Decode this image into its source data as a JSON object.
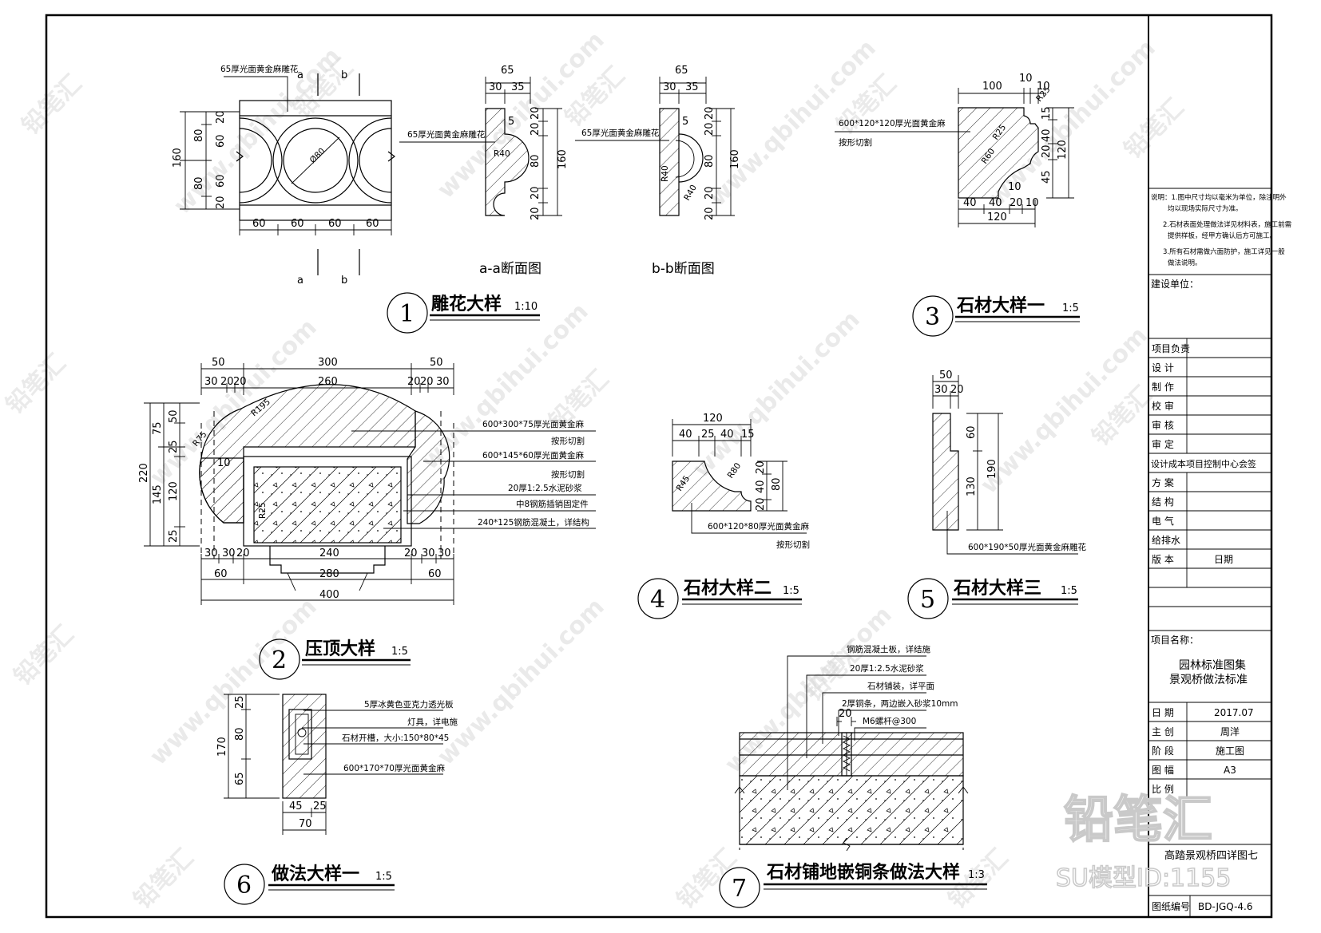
{
  "drawing": {
    "title": "高踏景观桥四详图七",
    "drawing_no_label": "图纸编号",
    "drawing_no": "BD-JGQ-4.6"
  },
  "details": [
    {
      "no": "1",
      "title": "雕花大样",
      "scale": "1:10"
    },
    {
      "no": "2",
      "title": "压顶大样",
      "scale": "1:5"
    },
    {
      "no": "3",
      "title": "石材大样一",
      "scale": "1:5"
    },
    {
      "no": "4",
      "title": "石材大样二",
      "scale": "1:5"
    },
    {
      "no": "5",
      "title": "石材大样三",
      "scale": "1:5"
    },
    {
      "no": "6",
      "title": "做法大样一",
      "scale": "1:5"
    },
    {
      "no": "7",
      "title": "石材铺地嵌铜条做法大样",
      "scale": "1:3"
    }
  ],
  "sections": {
    "aa": "a-a断面图",
    "bb": "b-b断面图"
  },
  "labels": {
    "a": "a",
    "b": "b",
    "d1_note_top": "65厚光面黄金麻雕花",
    "d1_aa_note": "65厚光面黄金麻雕花",
    "d1_bb_note": "65厚光面黄金麻雕花",
    "d1_r40": "R40",
    "d1_r80": "Ø80",
    "d1_bb_inner": "R40",
    "d3_note1": "600*120*120厚光面黄金麻",
    "d3_note2": "按形切割",
    "d3_r25": "R25",
    "d3_r25b": "R25",
    "d3_r60": "R60",
    "d2_n1": "600*300*75厚光面黄金麻",
    "d2_n1b": "按形切割",
    "d2_n2": "600*145*60厚光面黄金麻",
    "d2_n2b": "按形切割",
    "d2_n3": "20厚1:2.5水泥砂浆",
    "d2_n4": "中8钢筋插销固定件",
    "d2_n5": "240*125钢筋混凝土，详结构",
    "d2_r95": "R195",
    "d2_r75": "R75",
    "d2_r25": "R25",
    "d4_note1": "600*120*80厚光面黄金麻",
    "d4_note2": "按形切割",
    "d4_r45": "R45",
    "d4_r80": "R80",
    "d5_note": "600*190*50厚光面黄金麻雕花",
    "d6_n1": "5厚冰黄色亚克力透光板",
    "d6_n2": "灯具，详电施",
    "d6_n3": "石材开槽，大小:150*80*45",
    "d6_n4": "600*170*70厚光面黄金麻",
    "d7_n1": "钢筋混凝土板，详结施",
    "d7_n2": "20厚1:2.5水泥砂浆",
    "d7_n3": "石材铺装，详平面",
    "d7_n4": "2厚铜条，两边嵌入砂浆10mm",
    "d7_n5": "M6螺杆@300",
    "d7_dim": "20"
  },
  "dims": {
    "d1_top": [
      "60",
      "60",
      "60",
      "60"
    ],
    "d1_left": [
      "80",
      "80"
    ],
    "d1_left2": [
      "20",
      "60",
      "60",
      "20"
    ],
    "d1_total": "160",
    "d1_aa_top": "65",
    "d1_aa_sub": [
      "30",
      "35"
    ],
    "d1_aa_right": [
      "20",
      "20",
      "80",
      "20",
      "20"
    ],
    "d1_aa_total": "160",
    "d1_aa_r5": "5",
    "d1_bb_top": "65",
    "d1_bb_sub": [
      "30",
      "35"
    ],
    "d1_bb_right": [
      "20",
      "20",
      "80",
      "20",
      "20"
    ],
    "d1_bb_total": "160",
    "d1_bb_r5": "5",
    "d3_top": [
      "100",
      "10",
      "10"
    ],
    "d3_right": [
      "15",
      "40",
      "20",
      "45"
    ],
    "d3_total": "120",
    "d3_bot": [
      "40",
      "40",
      "20",
      "10"
    ],
    "d3_bot2": "10",
    "d3_bot_total": "120",
    "d2_top": [
      "50",
      "300",
      "50"
    ],
    "d2_top2": [
      "30",
      "20",
      "20",
      "260",
      "20",
      "20",
      "30"
    ],
    "d2_left": [
      "75",
      "145"
    ],
    "d2_left_total": "220",
    "d2_left2": [
      "50",
      "25",
      "120",
      "25"
    ],
    "d2_10": "10",
    "d2_bot": [
      "30",
      "30",
      "20",
      "240",
      "20",
      "30",
      "30"
    ],
    "d2_bot2": [
      "60",
      "280",
      "60"
    ],
    "d2_bot3": "400",
    "d4_top": "120",
    "d4_sub": [
      "40",
      "25",
      "40",
      "15"
    ],
    "d4_right": [
      "20",
      "40",
      "20"
    ],
    "d4_total": "80",
    "d5_top": "50",
    "d5_sub": [
      "30",
      "20"
    ],
    "d5_left": [
      "60",
      "130"
    ],
    "d5_total": "190",
    "d6_left": [
      "25",
      "80",
      "65"
    ],
    "d6_total": "170",
    "d6_bot": [
      "45",
      "25"
    ],
    "d6_bot_total": "70"
  },
  "title_block": {
    "notes": [
      "说明：1.图中尺寸均以毫米为单位，除注明外",
      "均以现场实际尺寸为准。",
      "2.石材表面处理做法详见材料表，施工前需",
      "提供样板，经甲方确认后方可施工。",
      "3.所有石材需做六面防护，施工详见一般",
      "做法说明。"
    ],
    "client_label": "建设单位：",
    "roles": [
      "项目负责",
      "设    计",
      "制    作",
      "校    审",
      "审    核",
      "审    定"
    ],
    "drawn_by": "设计成本项目控制中心会签",
    "disciplines": [
      "方  案",
      "结  构",
      "电  气",
      "给排水",
      "版  本"
    ],
    "version_value": "日期",
    "project_label": "项目名称：",
    "project_name_1": "园林标准图集",
    "project_name_2": "景观桥做法标准",
    "date_label": "日  期",
    "date_value": "2017.07",
    "drafter_label": "主  创",
    "drafter_value": "周洋",
    "stage_label": "阶  段",
    "stage_value": "施工图",
    "size_label": "图  幅",
    "size_value": "A3",
    "scale_label": "比  例"
  },
  "watermark": {
    "url": "www.qbihui.com",
    "brand": "铅笔汇",
    "brand_big": "铅笔汇",
    "model_id": "SU模型ID:1155"
  }
}
